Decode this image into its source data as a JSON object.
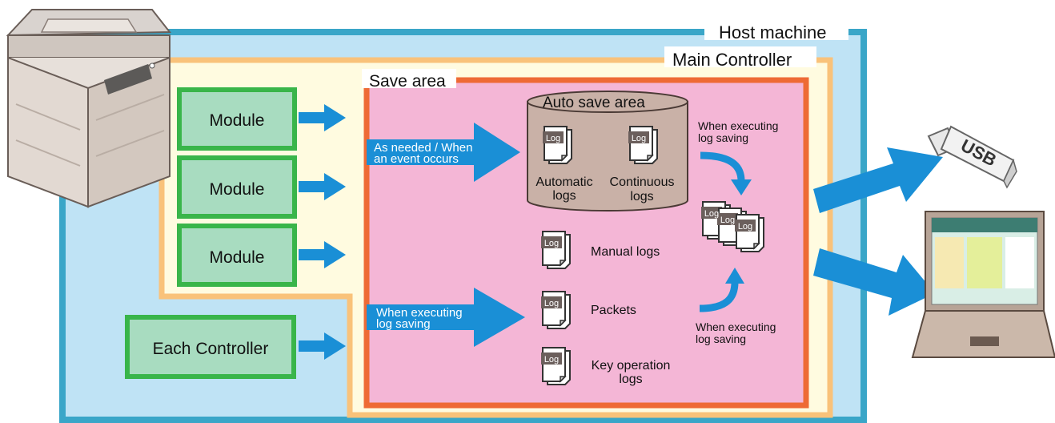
{
  "host": {
    "label": "Host machine"
  },
  "main_controller": {
    "label": "Main Controller"
  },
  "save_area": {
    "label": "Save area"
  },
  "auto_save_area": {
    "label": "Auto save area"
  },
  "modules": [
    {
      "label": "Module"
    },
    {
      "label": "Module"
    },
    {
      "label": "Module"
    }
  ],
  "each_controller": {
    "label": "Each Controller"
  },
  "arrows": {
    "event_line1": "As needed / When",
    "event_line2": "an event occurs",
    "exec_line1": "When executing",
    "exec_line2": "log saving"
  },
  "auto_exec": {
    "line1": "When executing",
    "line2": "log saving"
  },
  "bottom_exec": {
    "line1": "When executing",
    "line2": "log saving"
  },
  "log_tag": "Log",
  "logs": {
    "automatic": {
      "line1": "Automatic",
      "line2": "logs"
    },
    "continuous": {
      "line1": "Continuous",
      "line2": "logs"
    },
    "manual": {
      "label": "Manual logs"
    },
    "packets": {
      "label": "Packets"
    },
    "key_operation": {
      "line1": "Key operation",
      "line2": "logs"
    }
  },
  "usb": {
    "label": "USB"
  },
  "colors": {
    "host_fill": "#bfe3f5",
    "host_border": "#3aa6c8",
    "main_fill": "#fffbe0",
    "main_border": "#f9c27a",
    "save_fill": "#f4b6d6",
    "save_border": "#ee6a35",
    "module_fill": "#a8dcc0",
    "module_border": "#39b54a",
    "arrow": "#1a8fd6",
    "cylinder_fill": "#c9b1a7"
  }
}
